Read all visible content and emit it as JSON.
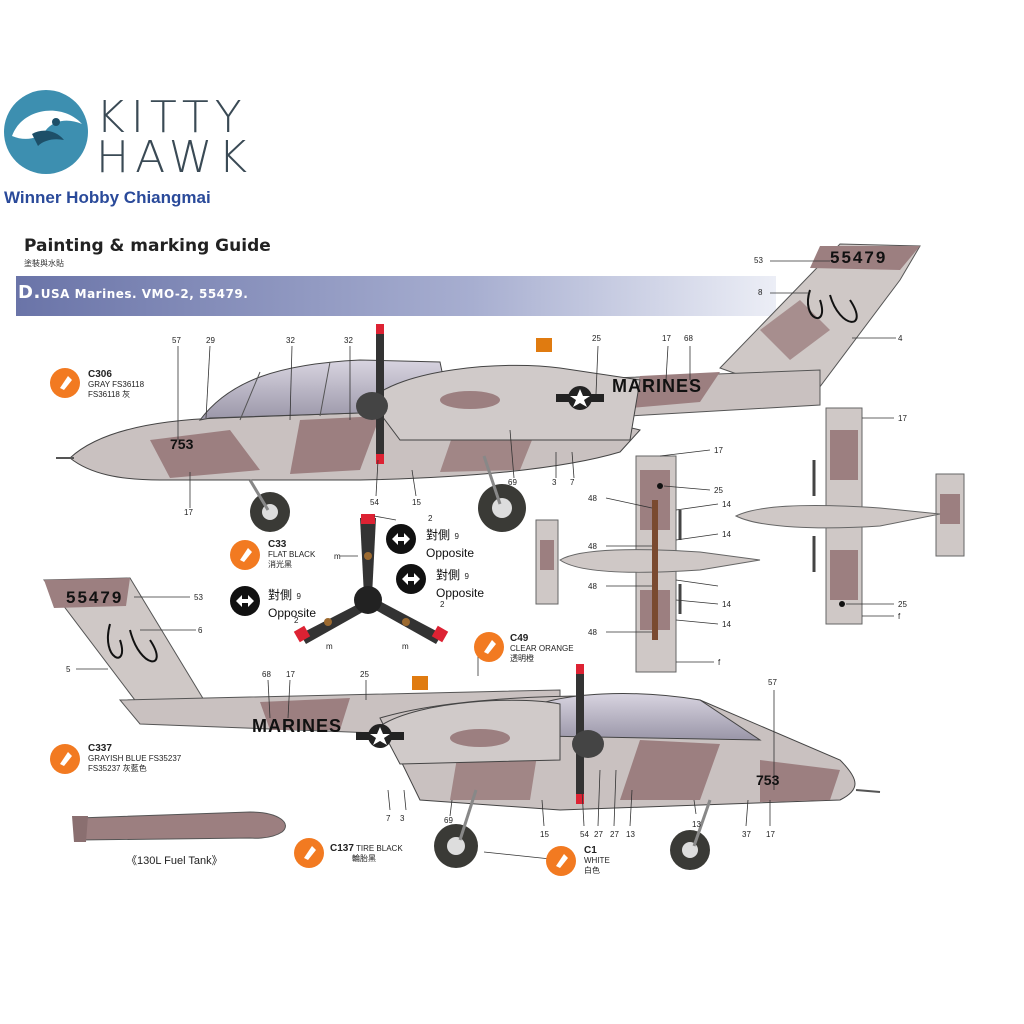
{
  "header": {
    "brand_line1": "KITTY",
    "brand_line2": "HAWK",
    "shop_name": "Winner Hobby Chiangmai"
  },
  "guide": {
    "title": "Painting & marking Guide",
    "title_cn": "塗裝與水貼",
    "scheme_letter": "D.",
    "scheme_text": "USA Marines. VMO-2, 55479."
  },
  "markings": {
    "serial": "55479",
    "marines": "MARINES",
    "nose_number": "753"
  },
  "paints": {
    "gray": {
      "code": "C306",
      "name": "GRAY FS36118",
      "cn": "FS36118 灰"
    },
    "flat_black": {
      "code": "C33",
      "name": "FLAT BLACK",
      "cn": "消光黑"
    },
    "clear_orange": {
      "code": "C49",
      "name": "CLEAR ORANGE",
      "cn": "透明橙"
    },
    "grayish_blue": {
      "code": "C337",
      "name": "GRAYISH BLUE FS35237",
      "cn": "FS35237 灰藍色"
    },
    "tire_black": {
      "code": "C137",
      "name": "TIRE BLACK",
      "cn": "輪胎黑"
    },
    "white": {
      "code": "C1",
      "name": "WHITE",
      "cn": "白色"
    }
  },
  "opposite": {
    "cn": "對側",
    "en": "Opposite",
    "num": "9"
  },
  "fuel_tank_label": "《130L Fuel Tank》",
  "colors": {
    "orange": "#f27a21",
    "camo_light": "#c9c1c0",
    "camo_brown": "#9c7f80",
    "banner": "#6a74a8"
  },
  "callouts_top": [
    "57",
    "29",
    "32",
    "32",
    "25",
    "17",
    "68",
    "53",
    "8",
    "4",
    "17",
    "54",
    "15",
    "69",
    "3",
    "7"
  ],
  "callouts_bottom": [
    "53",
    "6",
    "5",
    "68",
    "17",
    "25",
    "57",
    "7",
    "3",
    "69",
    "15",
    "54",
    "27",
    "27",
    "13",
    "13",
    "37",
    "17"
  ],
  "callouts_planform": [
    "17",
    "25",
    "48",
    "14",
    "48",
    "14",
    "48",
    "48",
    "14",
    "14",
    "f",
    "17",
    "25",
    "f"
  ],
  "prop_labels": [
    "2",
    "m",
    "2",
    "2",
    "m",
    "m"
  ]
}
